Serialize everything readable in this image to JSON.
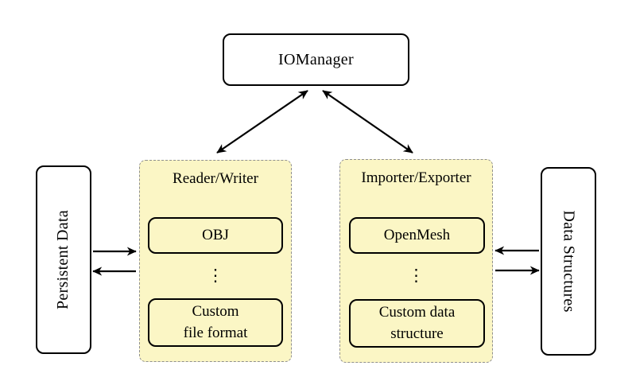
{
  "colors": {
    "background": "#ffffff",
    "group_fill": "#fbf6c5",
    "group_border": "#8f8f8f",
    "node_border": "#000000",
    "arrow": "#000000"
  },
  "nodes": {
    "iomanager": "IOManager",
    "persistent_data": "Persistent Data",
    "data_structures": "Data Structures"
  },
  "groups": {
    "reader_writer": {
      "title": "Reader/Writer",
      "items": [
        "OBJ",
        "Custom\nfile format"
      ],
      "ellipsis": "⋮"
    },
    "importer_exporter": {
      "title": "Importer/Exporter",
      "items": [
        "OpenMesh",
        "Custom data\nstructure"
      ],
      "ellipsis": "⋮"
    }
  },
  "edges": [
    {
      "from": "IOManager",
      "to": "Reader/Writer",
      "direction": "both"
    },
    {
      "from": "IOManager",
      "to": "Importer/Exporter",
      "direction": "both"
    },
    {
      "from": "Persistent Data",
      "to": "Reader/Writer",
      "direction": "forward"
    },
    {
      "from": "Reader/Writer",
      "to": "Persistent Data",
      "direction": "forward"
    },
    {
      "from": "Data Structures",
      "to": "Importer/Exporter",
      "direction": "forward"
    },
    {
      "from": "Importer/Exporter",
      "to": "Data Structures",
      "direction": "forward"
    }
  ]
}
